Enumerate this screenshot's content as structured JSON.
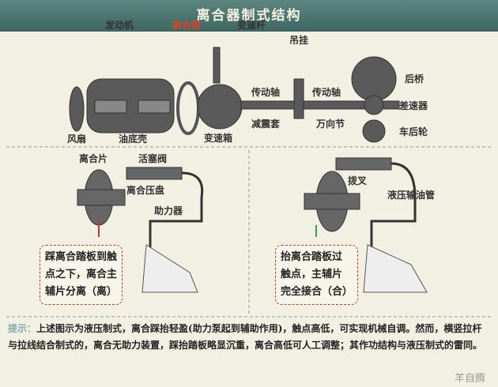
{
  "title": "离合器制式结构",
  "top_labels": {
    "engine": "发动机",
    "clutch": "离合器",
    "shift_lever": "变速杆",
    "hanger": "吊挂",
    "rear_axle": "后桥",
    "driveshaft1": "传动轴",
    "driveshaft2": "传动轴",
    "differential": "差速器",
    "damper": "减震套",
    "ujoint": "万向节",
    "fan": "风扇",
    "oil_pan": "油底壳",
    "gearbox": "变速箱",
    "rear_wheel": "车后轮"
  },
  "bottom_labels": {
    "clutch_plate": "离合片",
    "piston_valve": "活塞阀",
    "pressure_plate": "离合压盘",
    "booster": "助力器",
    "fork": "拨叉",
    "oil_pipe": "液压输油管"
  },
  "boxes": {
    "left": [
      "踩离合踏板到触",
      "点之下，离合主",
      "辅片分离（离）"
    ],
    "right": [
      "抬离合踏板过",
      "触点，主辅片",
      "完全接合（合）"
    ]
  },
  "note": {
    "prefix": "提示：",
    "text": "上述图示为液压制式，离合踩抬轻盈(助力泵起到辅助作用)，触点高低，可实现机械自调。然而，横竖拉杆与拉线结合制式的，离合无助力装置，踩抬踏板略显沉重，离合高低可人工调整；其作功结构与液压制式的雷同。"
  },
  "watermark": "羊自腾",
  "colors": {
    "title_bar": "#4a726c",
    "accent_red": "#d5442a",
    "part": "#555555"
  }
}
